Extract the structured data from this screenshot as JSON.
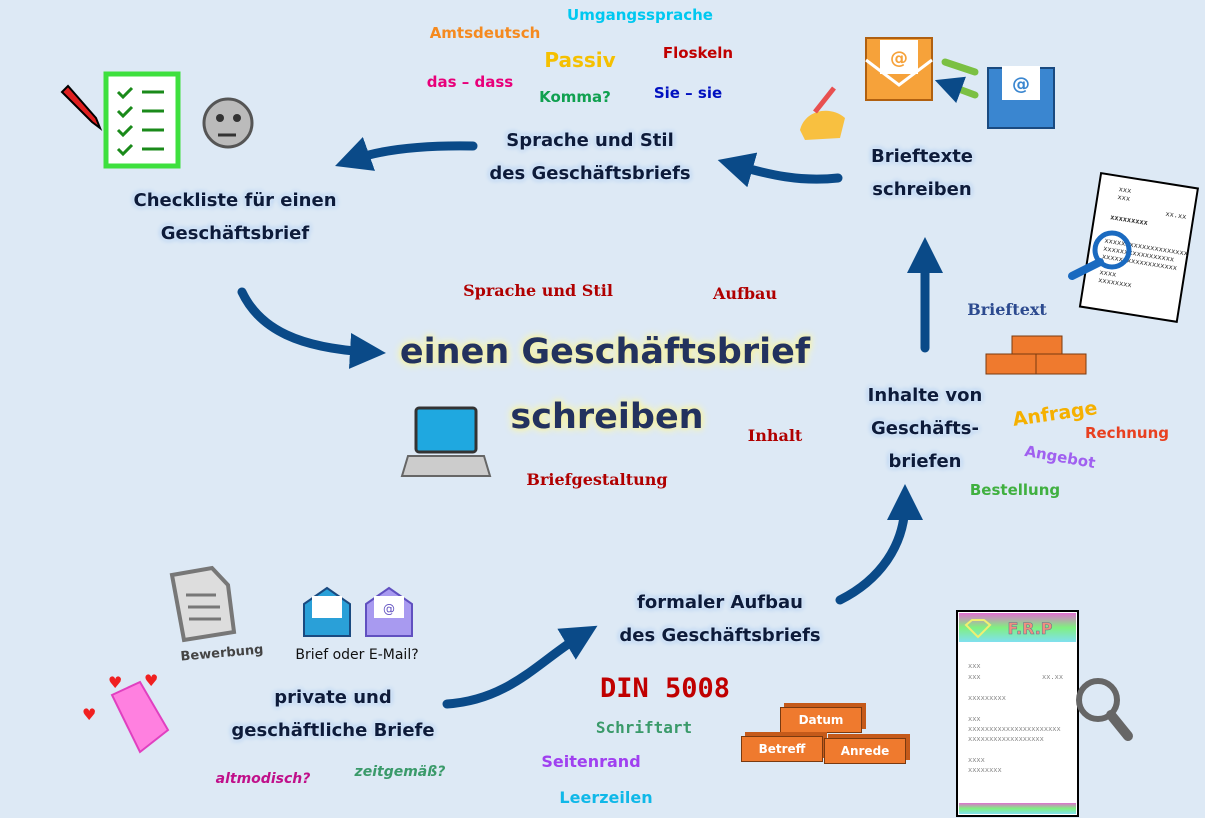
{
  "center": {
    "line1": "einen Geschäftsbrief",
    "line2": "schreiben"
  },
  "center_topics": [
    "Sprache und Stil",
    "Aufbau",
    "Inhalt",
    "Briefgestaltung"
  ],
  "nodes": {
    "checklist": [
      "Checkliste für einen",
      "Geschäftsbrief"
    ],
    "style": [
      "Sprache und Stil",
      "des Geschäftsbriefs"
    ],
    "write": [
      "Brieftexte",
      "schreiben"
    ],
    "contents": [
      "Inhalte von",
      "Geschäfts-",
      "briefen"
    ],
    "format": [
      "formaler Aufbau",
      "des Geschäftsbriefs"
    ],
    "private": [
      "private und",
      "geschäftliche Briefe"
    ]
  },
  "style_words": {
    "umgang": "Umgangssprache",
    "amts": "Amtsdeutsch",
    "passiv": "Passiv",
    "floskeln": "Floskeln",
    "dass": "das – dass",
    "komma": "Komma?",
    "sie": "Sie – sie"
  },
  "content_words": {
    "brieftext": "Brieftext",
    "anfrage": "Anfrage",
    "rechnung": "Rechnung",
    "angebot": "Angebot",
    "bestellung": "Bestellung"
  },
  "format_words": {
    "din": "DIN 5008",
    "schriftart": "Schriftart",
    "seitenrand": "Seitenrand",
    "leerzeilen": "Leerzeilen"
  },
  "bricks": {
    "datum": "Datum",
    "betreff": "Betreff",
    "anrede": "Anrede"
  },
  "private_words": {
    "bewerbung": "Bewerbung",
    "brief_email": "Brief oder E-Mail?",
    "altmodisch": "altmodisch?",
    "zeitgemaess": "zeitgemäß?"
  },
  "letter_sample": [
    "xxx",
    "xxx",
    "xx.xx",
    "xxxxxxxxx",
    "xxxxxxxxxxxxxxxxxxxx",
    "xxxxxxxxxxxxxxxxx",
    "xxxx",
    "xxxxxxxx"
  ],
  "logo_text": "F.R.P",
  "colors": {
    "arrow": "#0a4a88",
    "background": "#dde9f5"
  }
}
